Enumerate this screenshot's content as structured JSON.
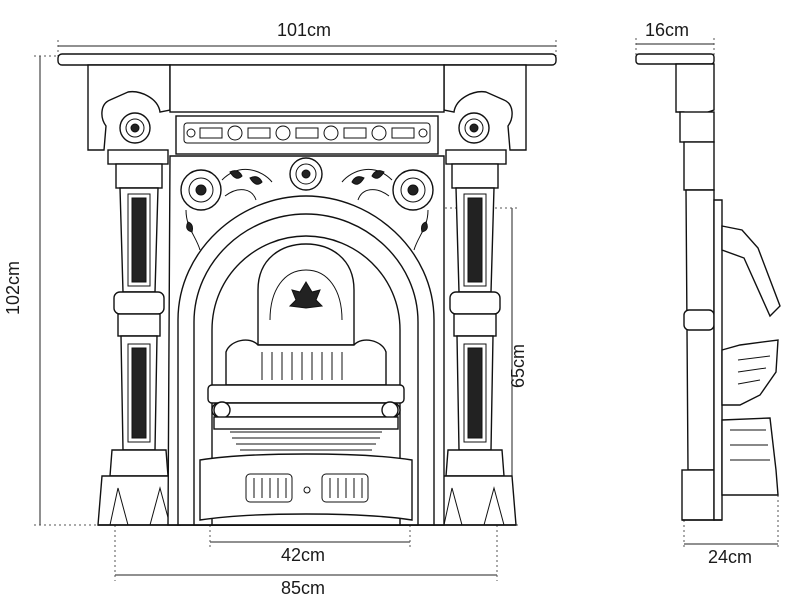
{
  "dimensions": {
    "front_width": "101cm",
    "front_height": "102cm",
    "opening_height": "65cm",
    "inner_width": "42cm",
    "base_width": "85cm",
    "side_top_depth": "16cm",
    "side_base_depth": "24cm"
  },
  "colors": {
    "line": "#111111",
    "background": "#ffffff"
  }
}
